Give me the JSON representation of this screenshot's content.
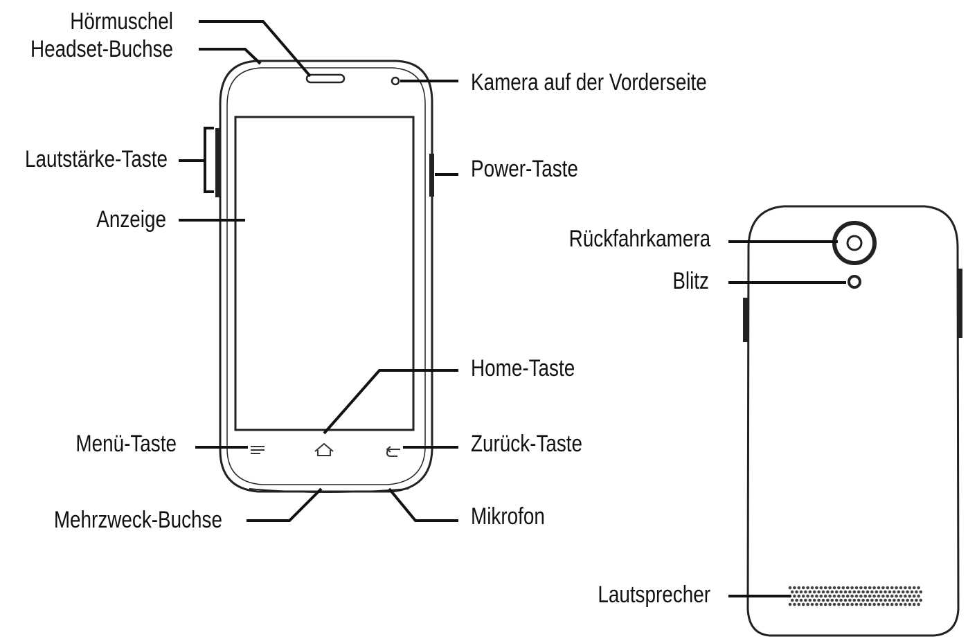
{
  "labels": {
    "earpiece": "Hörmuschel",
    "headset_jack": "Headset-Buchse",
    "front_camera": "Kamera auf der Vorderseite",
    "volume_key": "Lautstärke-Taste",
    "power_key": "Power-Taste",
    "display": "Anzeige",
    "rear_camera": "Rückfahrkamera",
    "flash": "Blitz",
    "home_key": "Home-Taste",
    "menu_key": "Menü-Taste",
    "back_key": "Zurück-Taste",
    "multi_jack": "Mehrzweck-Buchse",
    "microphone": "Mikrofon",
    "speaker": "Lautsprecher"
  },
  "colors": {
    "line": "#111111",
    "outline": "#222222",
    "background": "#ffffff"
  },
  "icons": {
    "menu": "menu-icon",
    "home": "home-icon",
    "back": "back-arrow-icon"
  }
}
